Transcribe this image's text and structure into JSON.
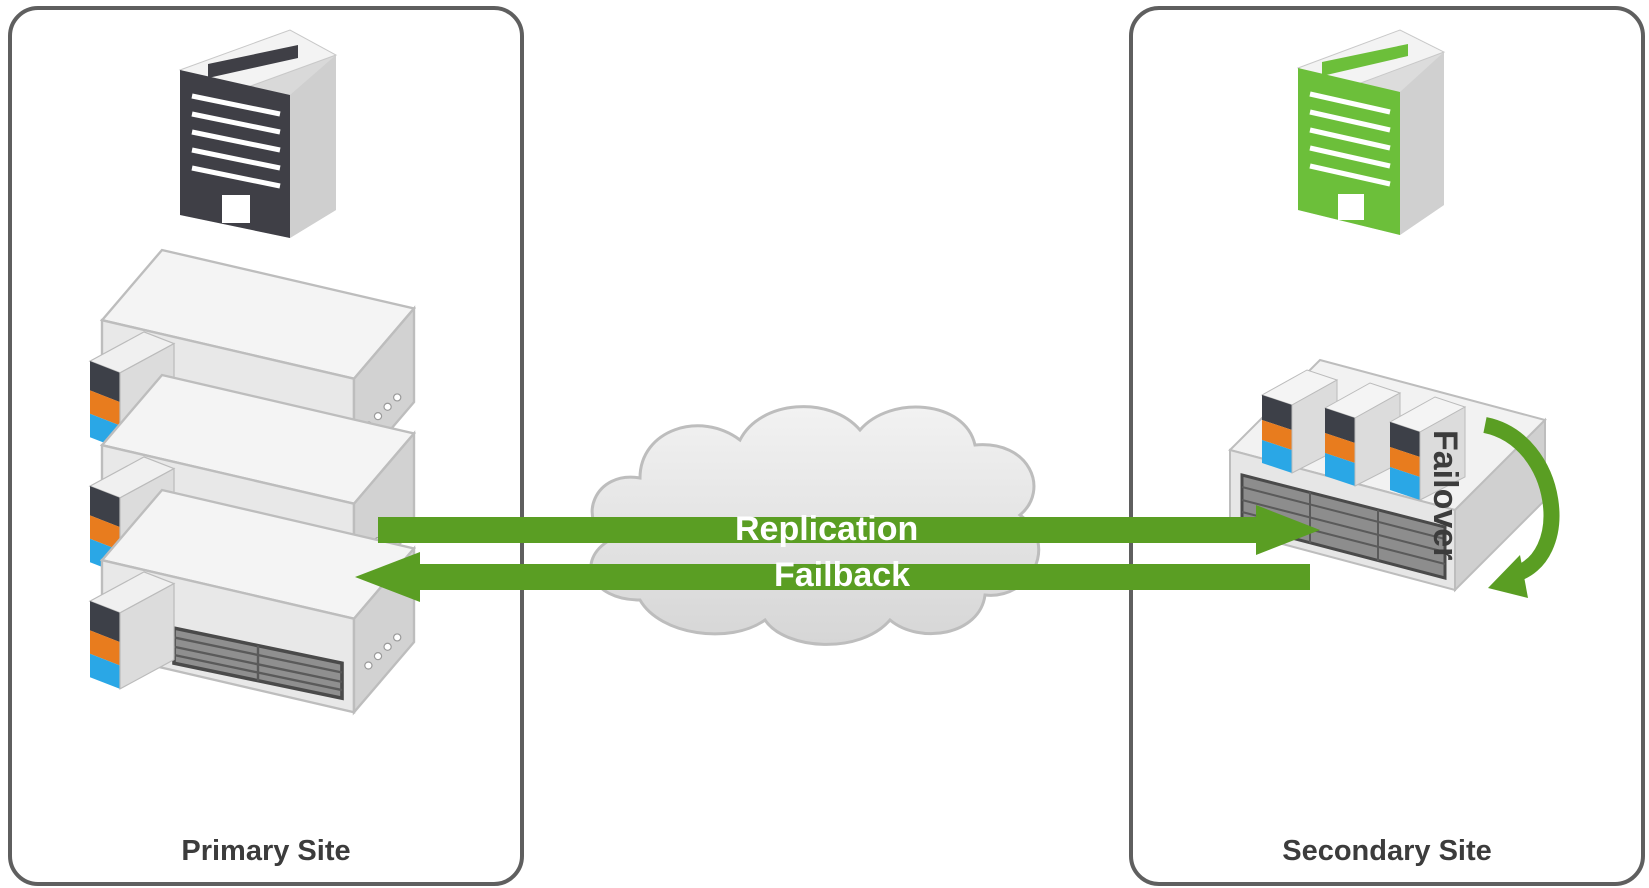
{
  "primary_site": {
    "label": "Primary Site"
  },
  "secondary_site": {
    "label": "Secondary Site"
  },
  "flows": {
    "replication": "Replication",
    "failback": "Failback",
    "failover": "Failover"
  },
  "colors": {
    "arrow_green": "#5a9e23",
    "building_dark": "#3f3f46",
    "building_green": "#6cbf3a",
    "cloud_fill": "#e6e6e6",
    "border": "#5f5f5f"
  }
}
